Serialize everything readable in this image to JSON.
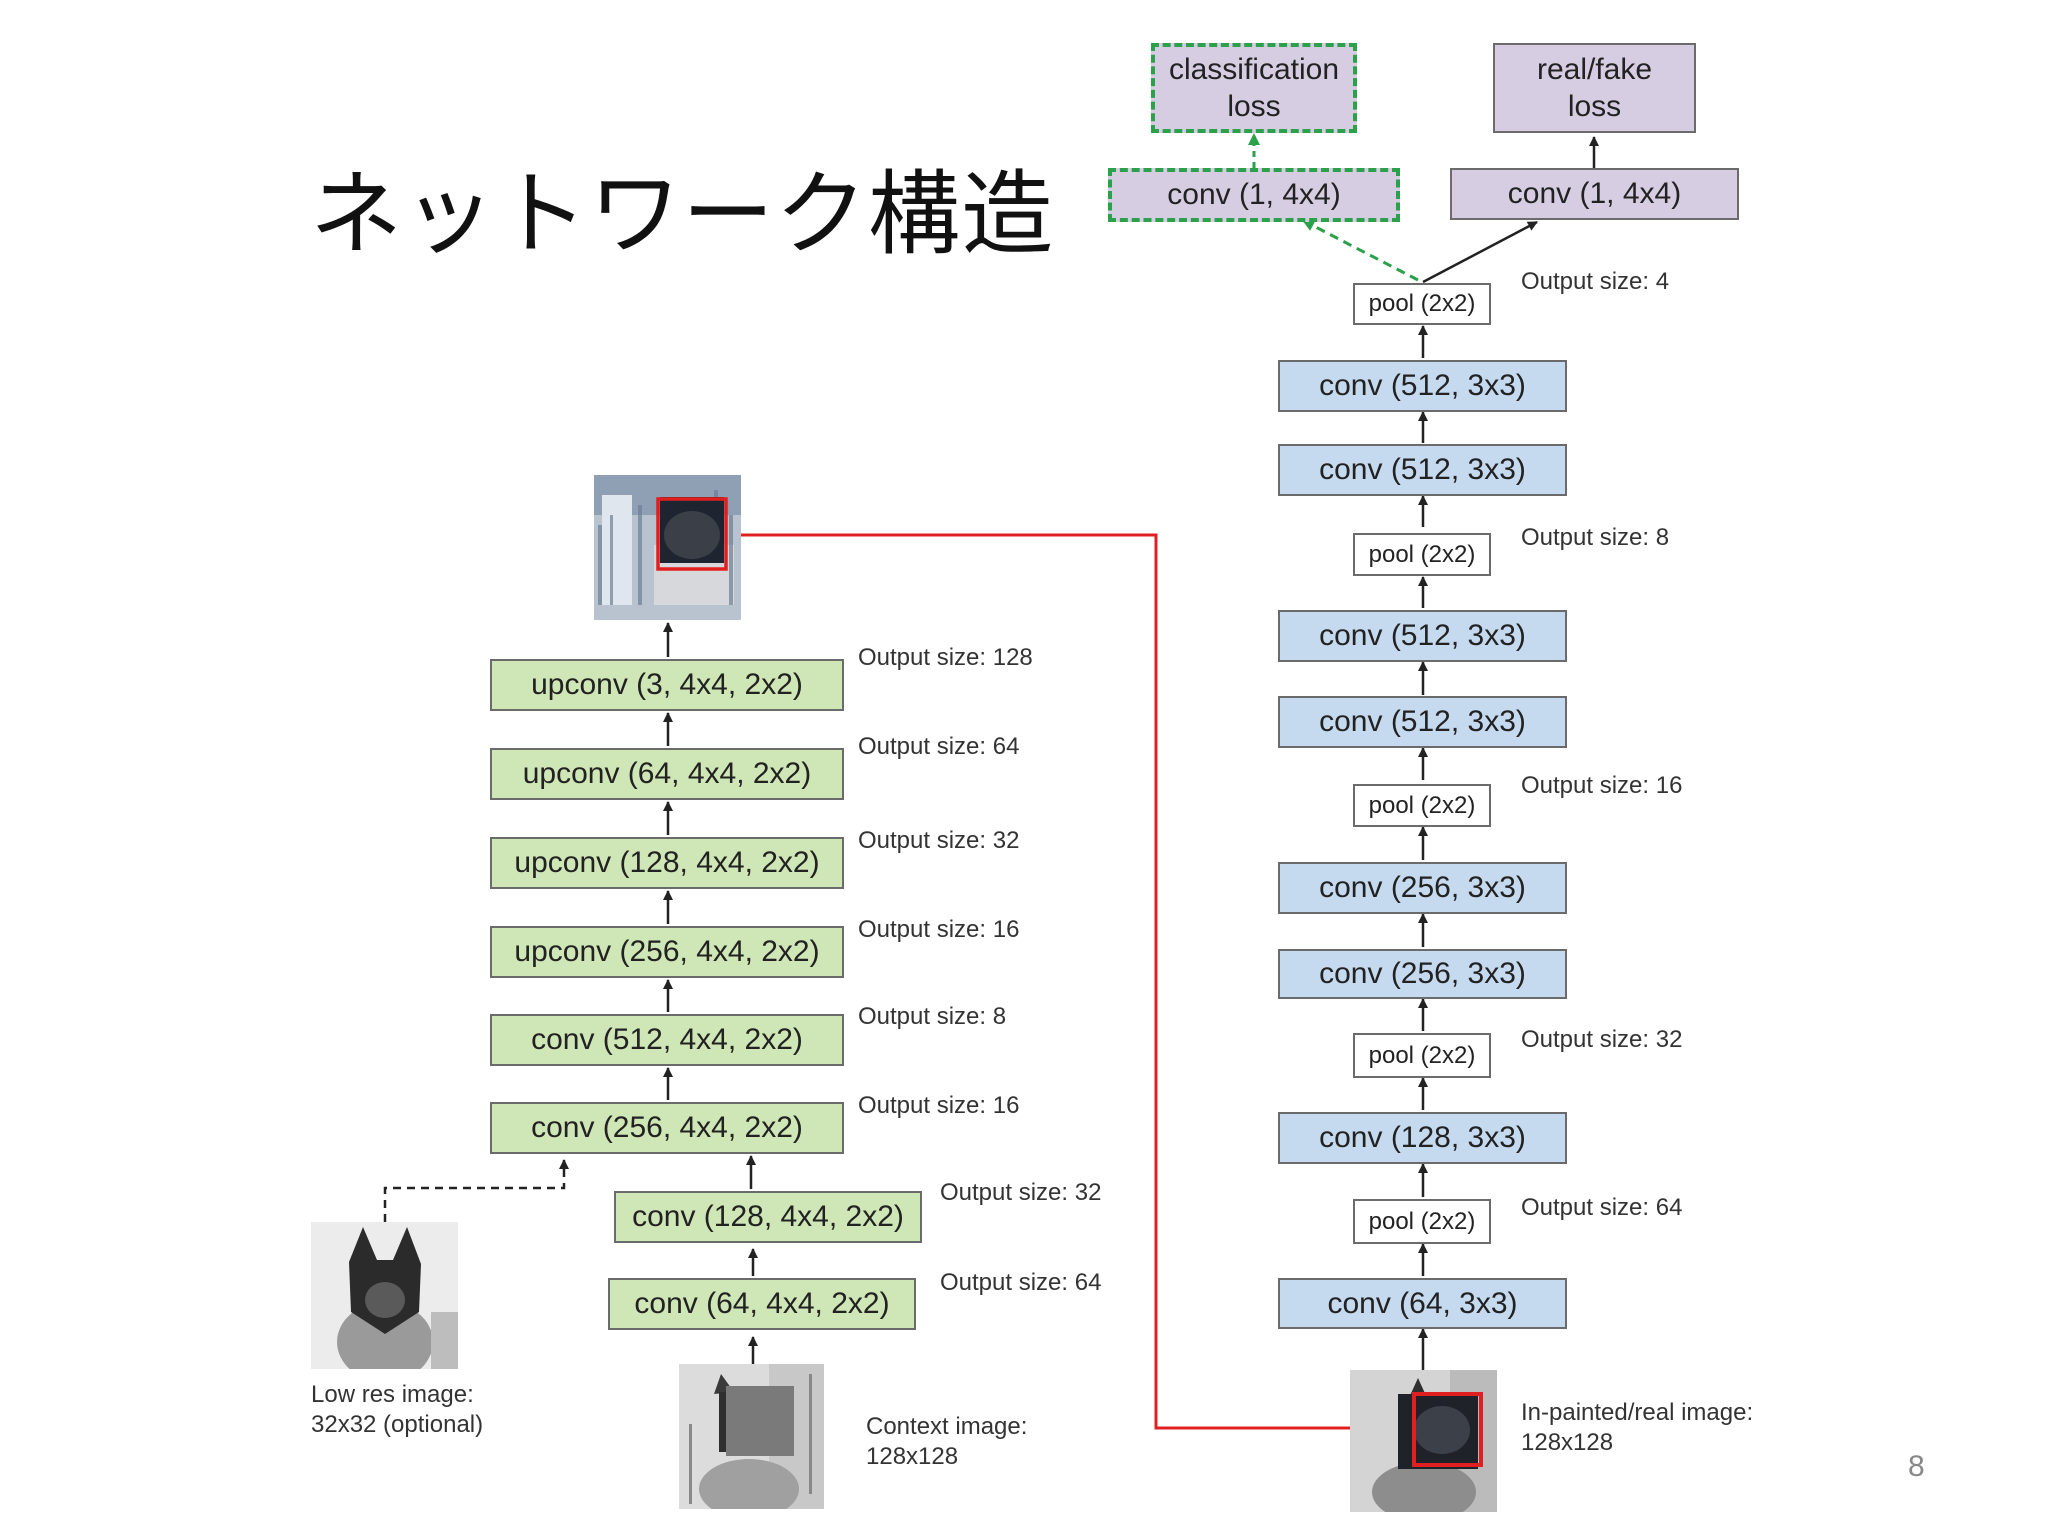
{
  "slide": {
    "title": "ネットワーク構造",
    "page_number": "8"
  },
  "generator": {
    "layers": [
      "upconv (3, 4x4, 2x2)",
      "upconv (64, 4x4, 2x2)",
      "upconv (128, 4x4, 2x2)",
      "upconv (256, 4x4, 2x2)",
      "conv (512, 4x4, 2x2)",
      "conv (256, 4x4, 2x2)",
      "conv (128, 4x4, 2x2)",
      "conv (64, 4x4, 2x2)"
    ],
    "output_sizes": [
      "Output size: 128",
      "Output size: 64",
      "Output size: 32",
      "Output size: 16",
      "Output size: 8",
      "Output size: 16",
      "Output size: 32",
      "Output size: 64"
    ],
    "low_res_caption": [
      "Low res image:",
      "32x32 (optional)"
    ],
    "context_caption": [
      "Context image:",
      "128x128"
    ]
  },
  "discriminator": {
    "layers": [
      "pool (2x2)",
      "conv (512, 3x3)",
      "conv (512, 3x3)",
      "pool (2x2)",
      "conv (512, 3x3)",
      "conv (512, 3x3)",
      "pool (2x2)",
      "conv (256, 3x3)",
      "conv (256, 3x3)",
      "pool (2x2)",
      "conv (128, 3x3)",
      "pool (2x2)",
      "conv (64, 3x3)"
    ],
    "output_sizes": [
      "Output size: 4",
      "Output size: 8",
      "Output size: 16",
      "Output size: 32",
      "Output size: 64"
    ],
    "input_caption": [
      "In-painted/real image:",
      "128x128"
    ],
    "heads": {
      "classification_conv": "conv (1, 4x4)",
      "classification_loss": "classification loss",
      "realfake_conv": "conv (1, 4x4)",
      "realfake_loss": "real/fake loss"
    }
  },
  "colors": {
    "generator_block": "#cfe6b6",
    "discriminator_block": "#c5d9ef",
    "loss_block": "#d7cde2",
    "classification_path": "#2aa14a",
    "crop_link": "#e02020"
  },
  "icons": {
    "output_image": "generated-dog-image-icon",
    "low_res_image": "low-res-dog-image-icon",
    "context_image": "masked-dog-image-icon",
    "input_image": "inpainted-dog-image-icon"
  }
}
